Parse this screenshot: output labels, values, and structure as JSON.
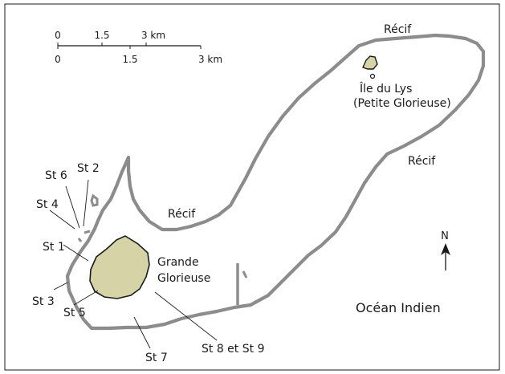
{
  "scale_bar": {
    "top_ticks": [
      "0",
      "1.5",
      "3 km"
    ],
    "bottom_ticks": [
      "0",
      "1.5",
      "3 km"
    ]
  },
  "labels": {
    "recif_north": "Récif",
    "recif_east": "Récif",
    "recif_center": "Récif",
    "ile_du_lys_1": "Île du Lys",
    "ile_du_lys_2": "(Petite Glorieuse)",
    "grande_glorieuse_1": "Grande",
    "grande_glorieuse_2": "Glorieuse",
    "ocean": "Océan Indien",
    "north": "N"
  },
  "stations": {
    "st1": "St 1",
    "st2": "St 2",
    "st3": "St 3",
    "st4": "St 4",
    "st5": "St 5",
    "st6": "St 6",
    "st7": "St 7",
    "st8_9": "St 8 et St 9"
  },
  "colors": {
    "reef": "#8c8c8c",
    "island_fill": "#d6d3a7",
    "island_stroke": "#1a1a1a",
    "frame": "#1a1a1a"
  }
}
